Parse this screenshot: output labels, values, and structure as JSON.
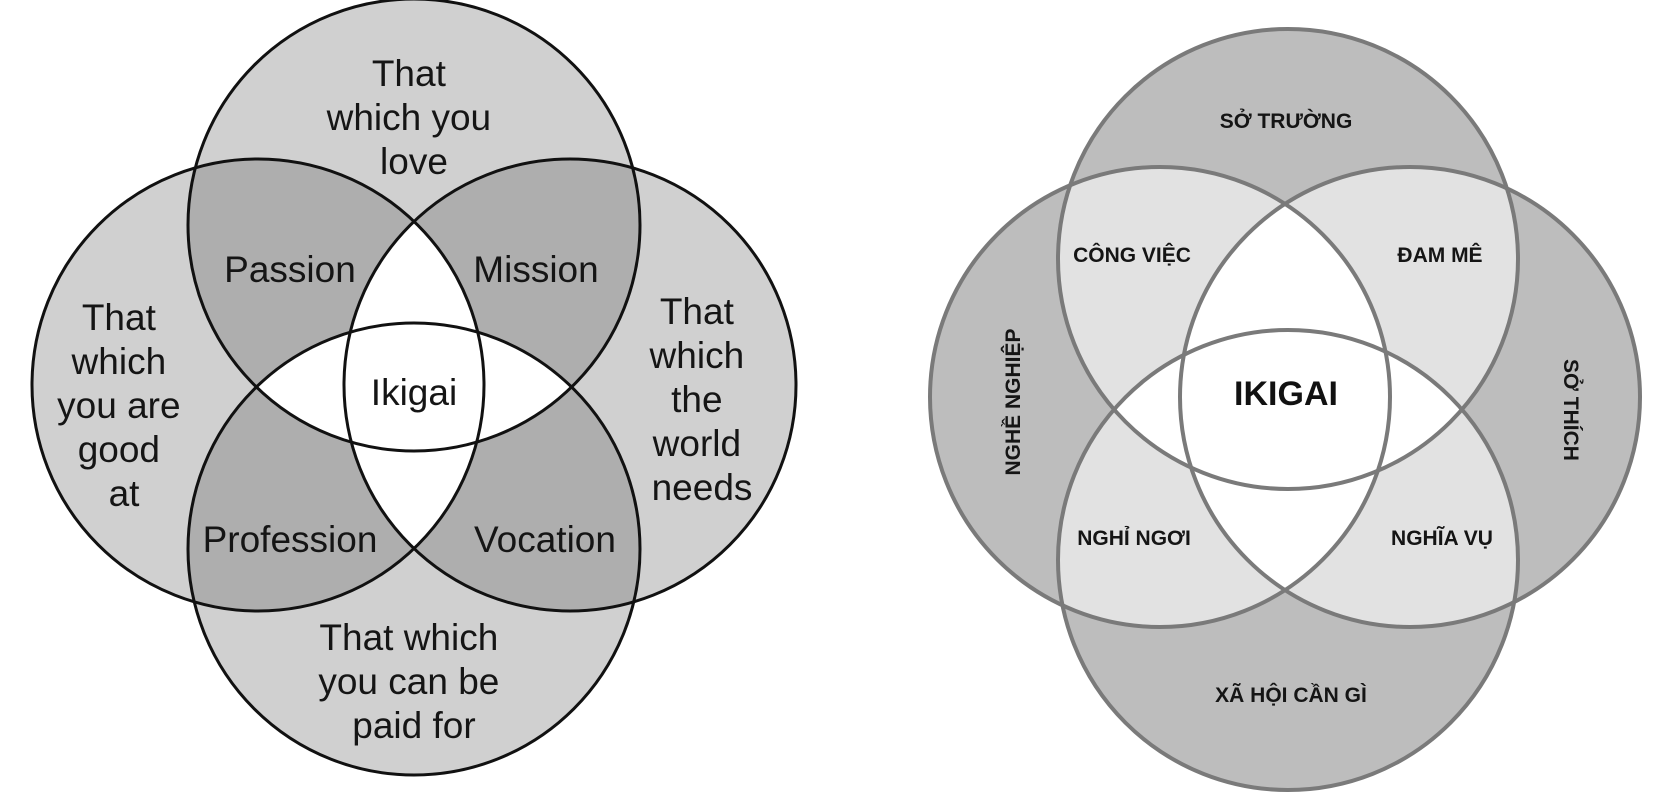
{
  "left_diagram": {
    "circles": {
      "top": [
        "That",
        "which you",
        "love"
      ],
      "left": [
        "That",
        "which",
        "you are",
        "good",
        "at"
      ],
      "right": [
        "That",
        "which",
        "the",
        "world",
        "needs"
      ],
      "bottom": [
        "That which",
        "you can be",
        "paid for"
      ]
    },
    "overlaps": {
      "top_left": "Passion",
      "top_right": "Mission",
      "bottom_left": "Profession",
      "bottom_right": "Vocation"
    },
    "center": "Ikigai"
  },
  "right_diagram": {
    "circles": {
      "top": "SỞ TRƯỜNG",
      "left": "NGHỀ NGHIỆP",
      "right": "SỞ THÍCH",
      "bottom": "XÃ HỘI CẦN GÌ"
    },
    "overlaps": {
      "top_left": "CÔNG VIỆC",
      "top_right": "ĐAM MÊ",
      "bottom_left": "NGHỈ NGƠI",
      "bottom_right": "NGHĨA VỤ"
    },
    "center": "IKIGAI"
  },
  "colors": {
    "circle_fill": "#d0d0d0",
    "pair_overlap_fill": "#aeaeae",
    "inner_fill": "#ffffff",
    "left_stroke": "#111111",
    "right_circle_fill": "#bdbdbd",
    "right_pair_fill": "#e2e2e2",
    "right_stroke": "#7a7a7a"
  }
}
